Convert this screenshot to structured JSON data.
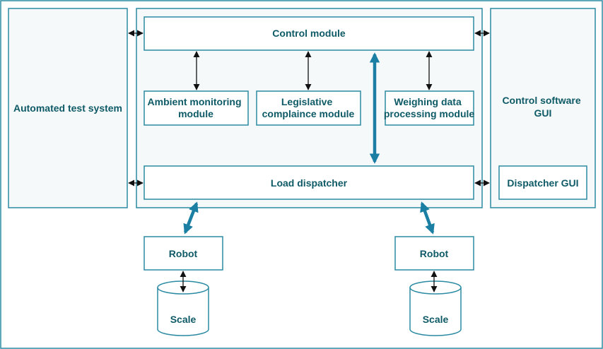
{
  "colors": {
    "border": "#2a8aa2",
    "text": "#0e5a66",
    "thick_arrow": "#1a7fa3",
    "thin_arrow": "#111111",
    "panel_bg": "#f6f9fa",
    "box_bg": "#ffffff"
  },
  "diagram": {
    "automated_test_system": "Automated test system",
    "control_module": "Control module",
    "ambient_monitoring_module": [
      "Ambient monitoring",
      "module"
    ],
    "legislative_compliance_module": [
      "Legislative",
      "complaince module"
    ],
    "weighing_data_processing_module": [
      "Weighing data",
      "processing module"
    ],
    "load_dispatcher": "Load dispatcher",
    "control_software_gui": [
      "Control software",
      "GUI"
    ],
    "dispatcher_gui": "Dispatcher GUI",
    "robot_left": "Robot",
    "robot_right": "Robot",
    "scale_left": "Scale",
    "scale_right": "Scale"
  }
}
